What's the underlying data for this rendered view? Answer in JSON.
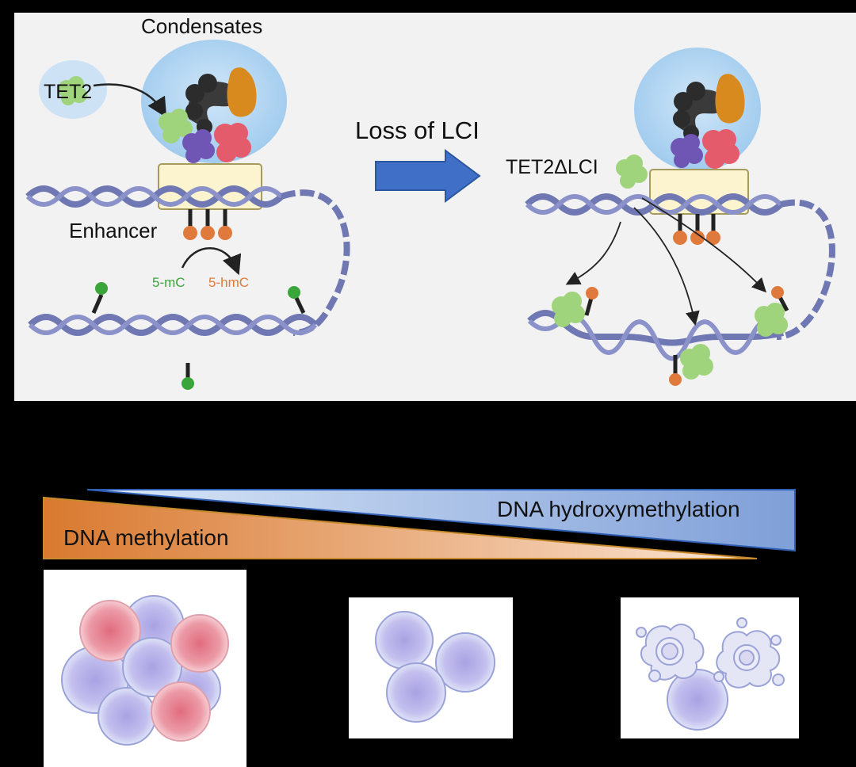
{
  "labels": {
    "condensates": "Condensates",
    "tet2": "TET2",
    "loss_of_lci": "Loss of LCI",
    "tet2_delta_lci": "TET2ΔLCI",
    "enhancer": "Enhancer",
    "five_mc": "5-mC",
    "five_hmc": "5-hmC",
    "dna_hydroxymethylation": "DNA hydroxymethylation",
    "dna_methylation": "DNA methylation"
  },
  "colors": {
    "panel_bg": "#f2f2f2",
    "dna": "#6f78b3",
    "droplet": "#9cc9ee",
    "tet2_protein": "#9fd47c",
    "methyl_green": "#3aa53a",
    "hydroxymethyl_orange": "#e07a3c",
    "arrow_blue": "#3f6fc6",
    "gradient_blue": "#7f9fd8",
    "gradient_orange": "#e08a45",
    "cell_pink": "#e88a98",
    "cell_lilac": "#b9b5e8"
  }
}
